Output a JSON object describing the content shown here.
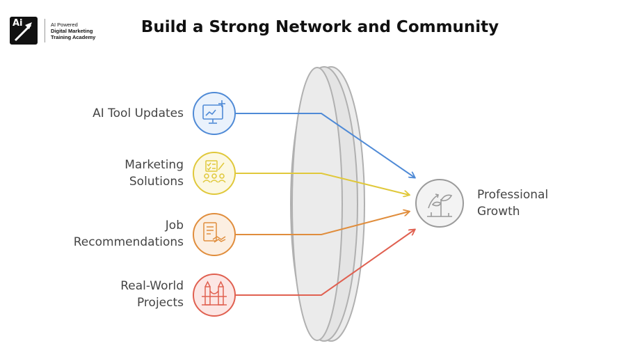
{
  "logo": {
    "mark_text": "Ai",
    "line1": "AI Powered",
    "line2": "Digital Marketing",
    "line3": "Training Academy"
  },
  "title": "Build a Strong Network and Community",
  "sources": [
    {
      "line1": "AI Tool Updates",
      "line2": "",
      "color": "#4f8ad6",
      "icon": "computer-plus-icon"
    },
    {
      "line1": "Marketing",
      "line2": "Solutions",
      "color": "#e0c83a",
      "icon": "team-checklist-icon"
    },
    {
      "line1": "Job",
      "line2": "Recommendations",
      "color": "#e08d3c",
      "icon": "contract-handshake-icon"
    },
    {
      "line1": "Real-World",
      "line2": "Projects",
      "color": "#e06050",
      "icon": "bridge-icon"
    }
  ],
  "target": {
    "line1": "Professional",
    "line2": "Growth",
    "color": "#9a9a9a",
    "icon": "growing-plant-icon"
  },
  "lens_color": "#b0b0b0"
}
